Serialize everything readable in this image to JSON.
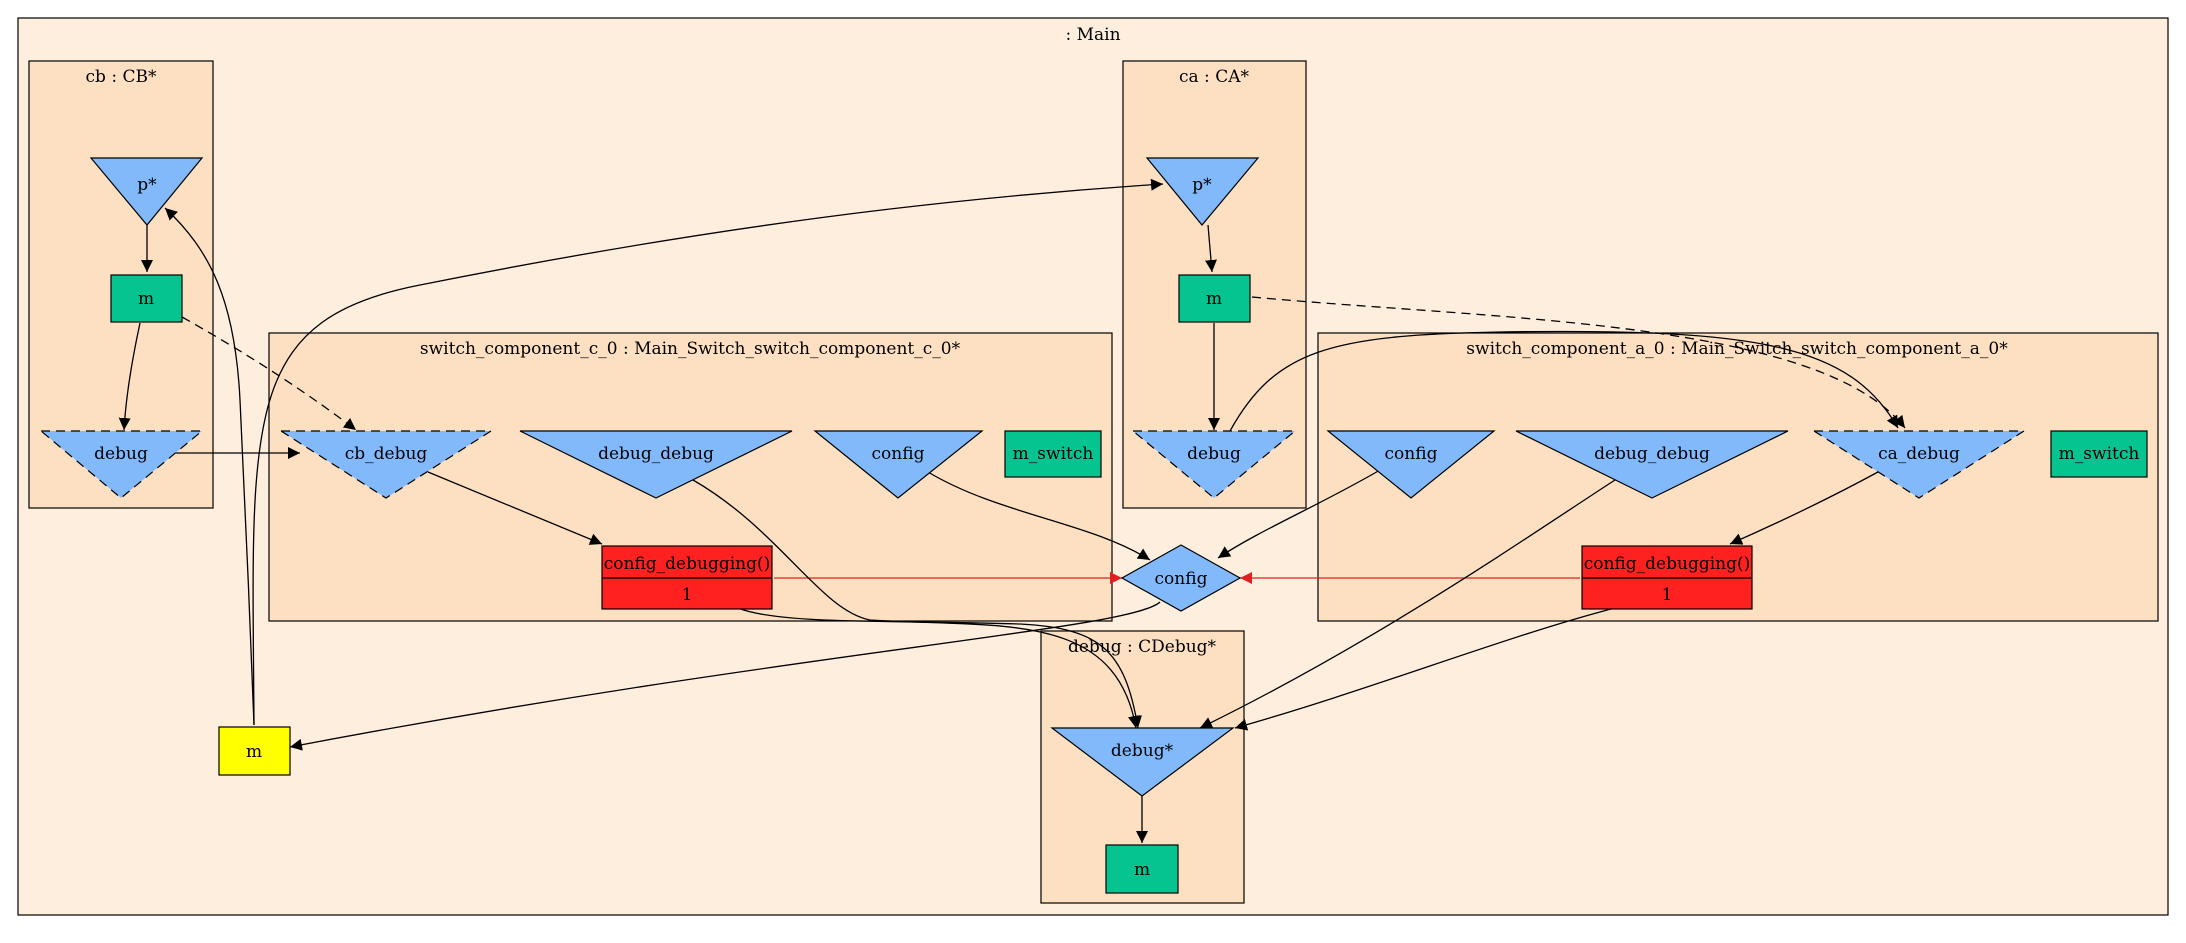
{
  "colors": {
    "outer_bg": "#fdeede",
    "cluster_bg": "#fde0c2",
    "port": "#82b9fb",
    "component": "#06c48f",
    "method": "#ff2020",
    "yellow": "#ffff00",
    "red_edge": "#e02020"
  },
  "clusters": {
    "main": ": Main",
    "cb": "cb : CB*",
    "ca": "ca : CA*",
    "switch_c": "switch_component_c_0 : Main_Switch_switch_component_c_0*",
    "switch_a": "switch_component_a_0 : Main_Switch_switch_component_a_0*",
    "debug": "debug : CDebug*"
  },
  "nodes": {
    "cb_p": "p*",
    "cb_m": "m",
    "cb_debug_port": "debug",
    "sc_cb_debug": "cb_debug",
    "sc_debug_debug": "debug_debug",
    "sc_config": "config",
    "sc_m_switch": "m_switch",
    "sc_config_debugging": "config_debugging()",
    "sc_config_debugging_value": "1",
    "ca_p": "p*",
    "ca_m": "m",
    "ca_debug_port": "debug",
    "sa_config": "config",
    "sa_debug_debug": "debug_debug",
    "sa_ca_debug": "ca_debug",
    "sa_m_switch": "m_switch",
    "sa_config_debugging": "config_debugging()",
    "sa_config_debugging_value": "1",
    "main_config": "config",
    "main_m": "m",
    "dbg_debug": "debug*",
    "dbg_m": "m"
  }
}
